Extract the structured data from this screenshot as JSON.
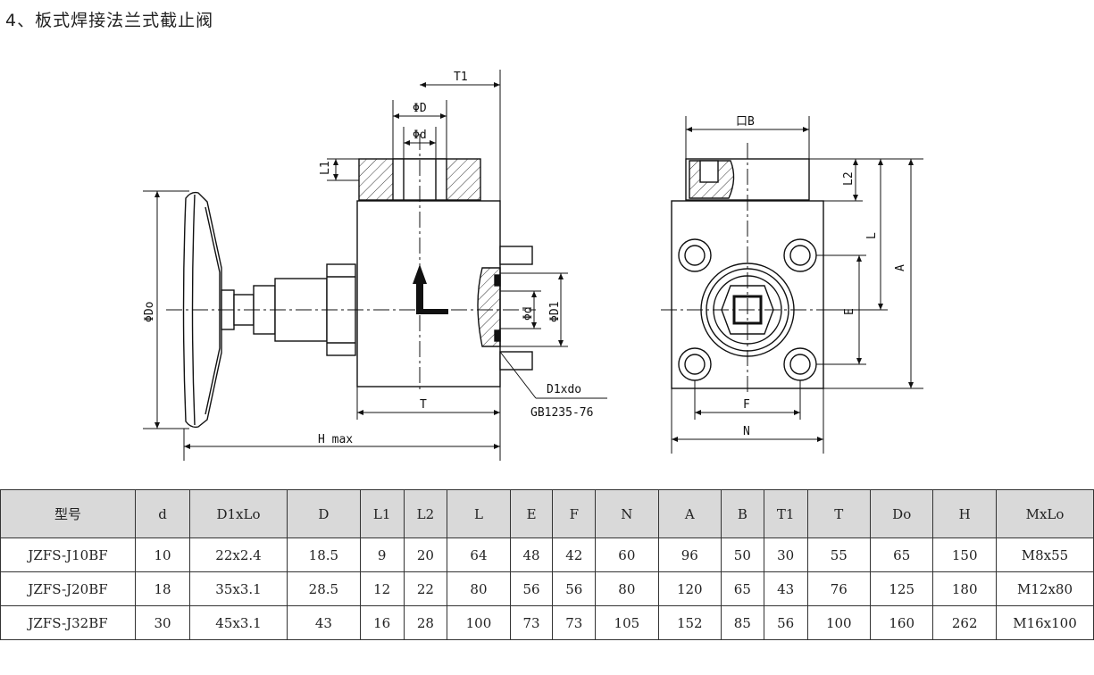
{
  "title": "4、板式焊接法兰式截止阀",
  "drawing": {
    "labels": {
      "T1": "T1",
      "phiD": "ΦD",
      "phid": "Φd",
      "L1": "L1",
      "phiDo": "ΦDo",
      "T": "T",
      "Hmax": "H max",
      "phid2": "Φd",
      "phiD1": "ΦD1",
      "D1xdo": "D1xdo",
      "gb": "GB1235-76",
      "B": "口B",
      "L2": "L2",
      "L": "L",
      "A": "A",
      "E": "E",
      "F": "F",
      "N": "N"
    }
  },
  "table": {
    "headers": [
      "型号",
      "d",
      "D1xLo",
      "D",
      "L1",
      "L2",
      "L",
      "E",
      "F",
      "N",
      "A",
      "B",
      "T1",
      "T",
      "Do",
      "H",
      "MxLo"
    ],
    "rows": [
      [
        "JZFS-J10BF",
        "10",
        "22x2.4",
        "18.5",
        "9",
        "20",
        "64",
        "48",
        "42",
        "60",
        "96",
        "50",
        "30",
        "55",
        "65",
        "150",
        "M8x55"
      ],
      [
        "JZFS-J20BF",
        "18",
        "35x3.1",
        "28.5",
        "12",
        "22",
        "80",
        "56",
        "56",
        "80",
        "120",
        "65",
        "43",
        "76",
        "125",
        "180",
        "M12x80"
      ],
      [
        "JZFS-J32BF",
        "30",
        "45x3.1",
        "43",
        "16",
        "28",
        "100",
        "73",
        "73",
        "105",
        "152",
        "85",
        "56",
        "100",
        "160",
        "262",
        "M16x100"
      ]
    ]
  }
}
